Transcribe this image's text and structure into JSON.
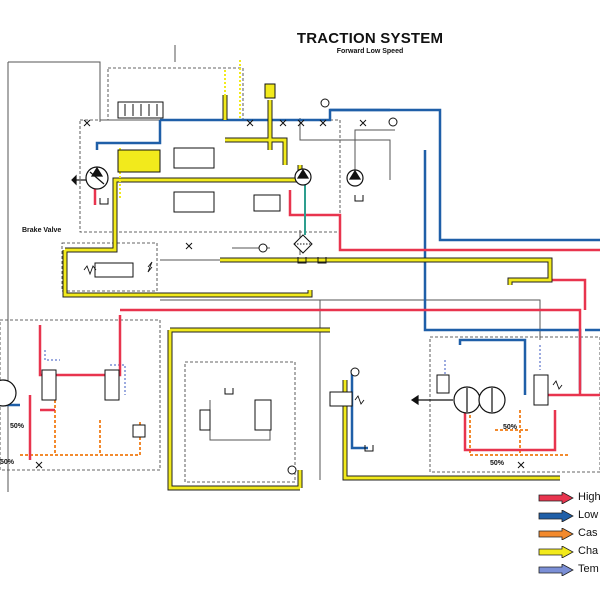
{
  "header": {
    "title": "TRACTION SYSTEM",
    "subtitle": "Forward Low Speed"
  },
  "labels": {
    "brake_valve": "Brake Valve",
    "pct_left_1": "50%",
    "pct_left_2": "50%",
    "pct_right_1": "50%",
    "pct_right_2": "50%"
  },
  "legend": [
    {
      "label": "High",
      "color": "#e8344e"
    },
    {
      "label": "Low",
      "color": "#1f5fa8"
    },
    {
      "label": "Cas",
      "color": "#f28a2e"
    },
    {
      "label": "Cha",
      "color": "#f2ea1c"
    },
    {
      "label": "Tem",
      "color": "#7b8fd6"
    }
  ],
  "colors": {
    "high": "#e8344e",
    "low": "#1f5fa8",
    "case": "#f28a2e",
    "charge": "#f2ea1c",
    "charge_edge": "#222222",
    "line": "#555555",
    "teal": "#2e9e8e"
  }
}
